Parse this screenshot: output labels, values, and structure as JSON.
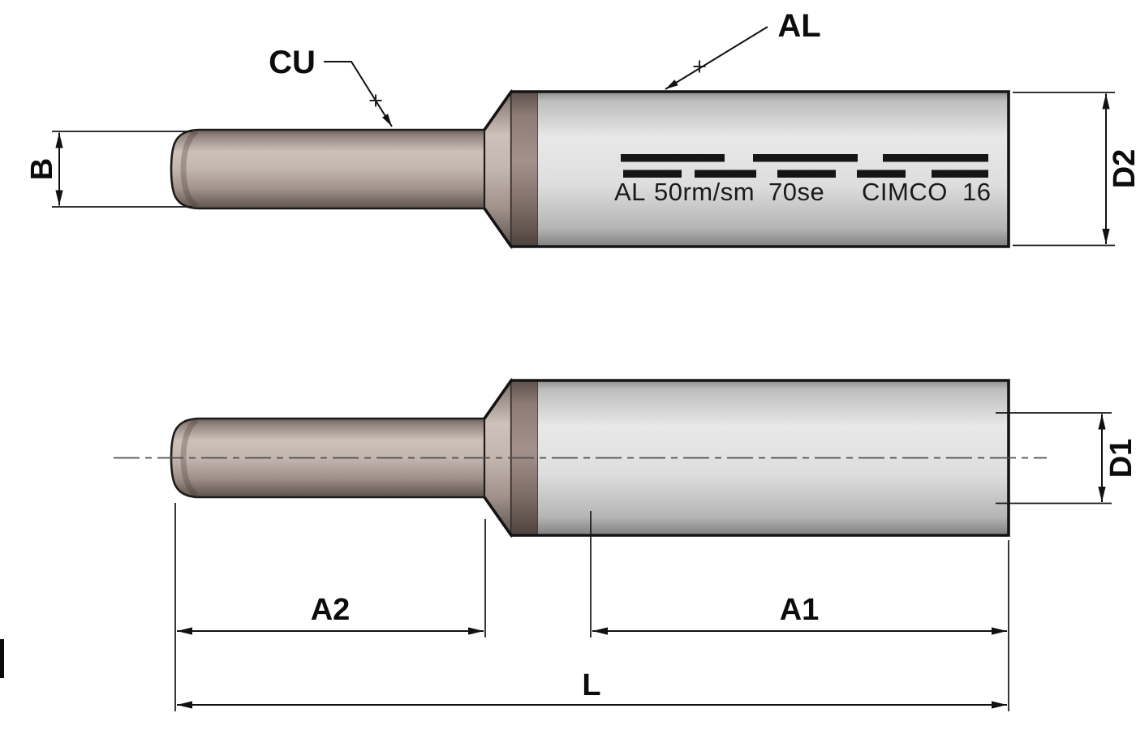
{
  "drawing": {
    "callouts": {
      "cu": "CU",
      "al": "AL"
    },
    "dimensions": {
      "b": "B",
      "d2": "D2",
      "d1": "D1",
      "a2": "A2",
      "a1": "A1",
      "l": "L"
    },
    "marking": {
      "segments": [
        "AL",
        "50rm/sm",
        "70se",
        "CIMCO",
        "16"
      ]
    },
    "colors": {
      "copper_pin": "#b4a59f",
      "collar": "#8c7a74",
      "aluminum_barrel": "#d8d8d8",
      "outline": "#151515",
      "background": "#ffffff"
    }
  }
}
